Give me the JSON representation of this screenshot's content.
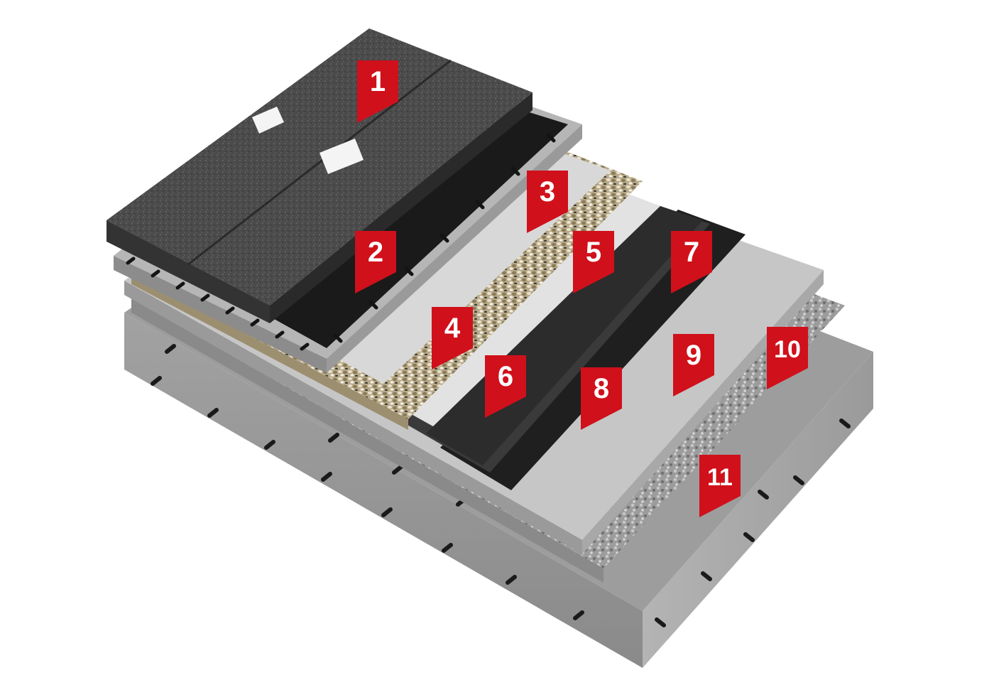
{
  "diagram": {
    "markers": [
      {
        "id": "1",
        "label": "1"
      },
      {
        "id": "2",
        "label": "2"
      },
      {
        "id": "3",
        "label": "3"
      },
      {
        "id": "4",
        "label": "4"
      },
      {
        "id": "5",
        "label": "5"
      },
      {
        "id": "6",
        "label": "6"
      },
      {
        "id": "7",
        "label": "7"
      },
      {
        "id": "8",
        "label": "8"
      },
      {
        "id": "9",
        "label": "9"
      },
      {
        "id": "10",
        "label": "10"
      },
      {
        "id": "11",
        "label": "11"
      }
    ],
    "colors": {
      "marker_red": "#d0101b",
      "concrete": "#a8a8a8",
      "insulation": "#4a4a4a",
      "membrane": "#1e1e1e",
      "gravel": "#c9bb9a",
      "fleece": "#dcdcdc"
    }
  }
}
